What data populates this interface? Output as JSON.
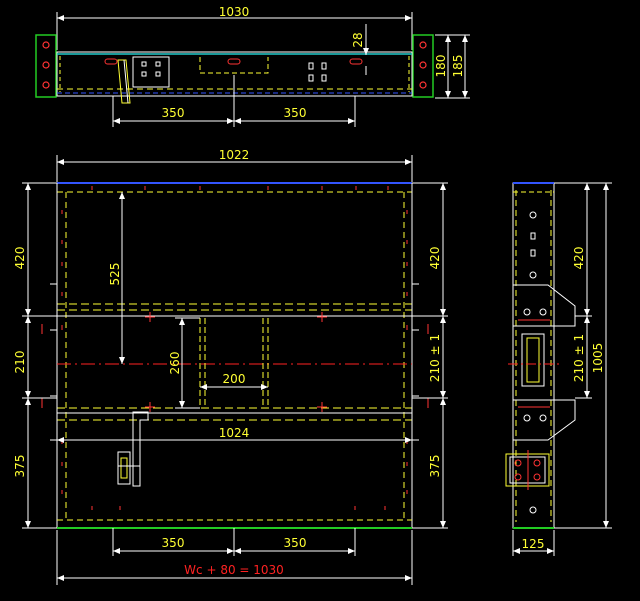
{
  "top_view": {
    "overall_width": "1030",
    "pitch_left": "350",
    "pitch_right": "350",
    "depth_inner": "180",
    "depth_outer": "185",
    "offset": "28"
  },
  "front_view": {
    "width_top": "1022",
    "height_upper_left": "420",
    "height_mid_left": "210",
    "height_lower_left": "375",
    "height_upper_right": "420",
    "height_mid_right": "210 ± 1",
    "height_lower_right": "375",
    "dim_525": "525",
    "dim_260": "260",
    "dim_200": "200",
    "width_1024": "1024",
    "pitch_left": "350",
    "pitch_right": "350",
    "formula": "Wc + 80 = 1030"
  },
  "side_view": {
    "height_upper": "420",
    "height_mid": "210 ± 1",
    "height_total": "1005",
    "width": "125"
  }
}
